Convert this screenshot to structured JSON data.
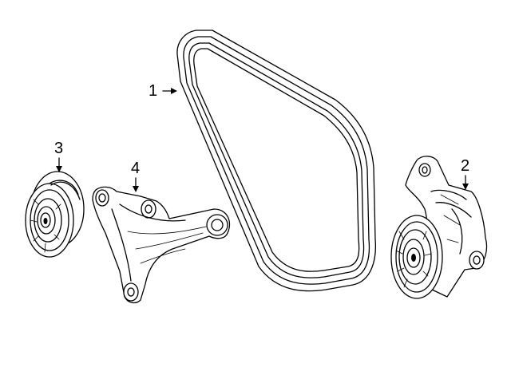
{
  "callouts": [
    {
      "id": "belt",
      "number": "1"
    },
    {
      "id": "tensioner",
      "number": "2"
    },
    {
      "id": "idler-pulley",
      "number": "3"
    },
    {
      "id": "bracket",
      "number": "4"
    }
  ],
  "colors": {
    "line": "#000000",
    "background": "#ffffff"
  }
}
